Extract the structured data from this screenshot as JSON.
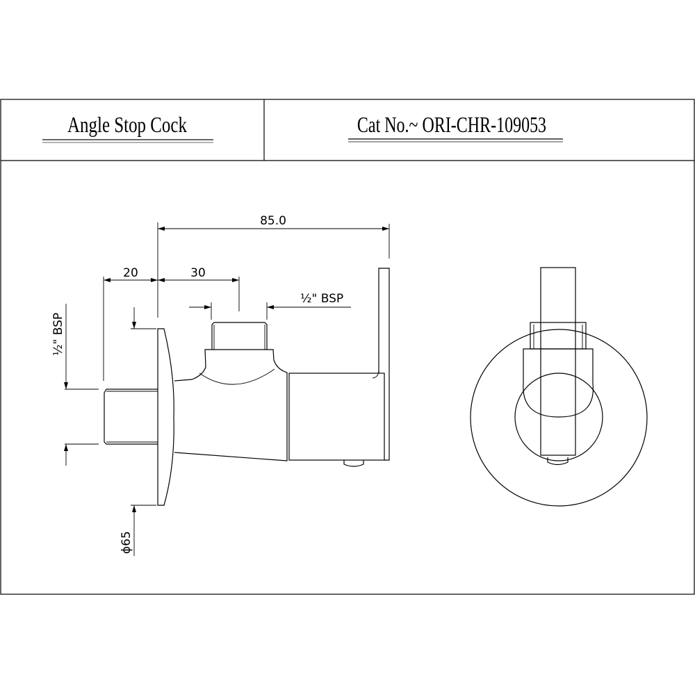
{
  "header": {
    "title": "Angle Stop Cock",
    "catalog_number": "Cat No.~ ORI-CHR-109053"
  },
  "dimensions": {
    "overall_length": "85.0",
    "inlet_length": "20",
    "outlet_offset": "30",
    "outlet_thread": "½\" BSP",
    "inlet_thread": "½\" BSP",
    "flange_diameter": "ϕ65"
  }
}
